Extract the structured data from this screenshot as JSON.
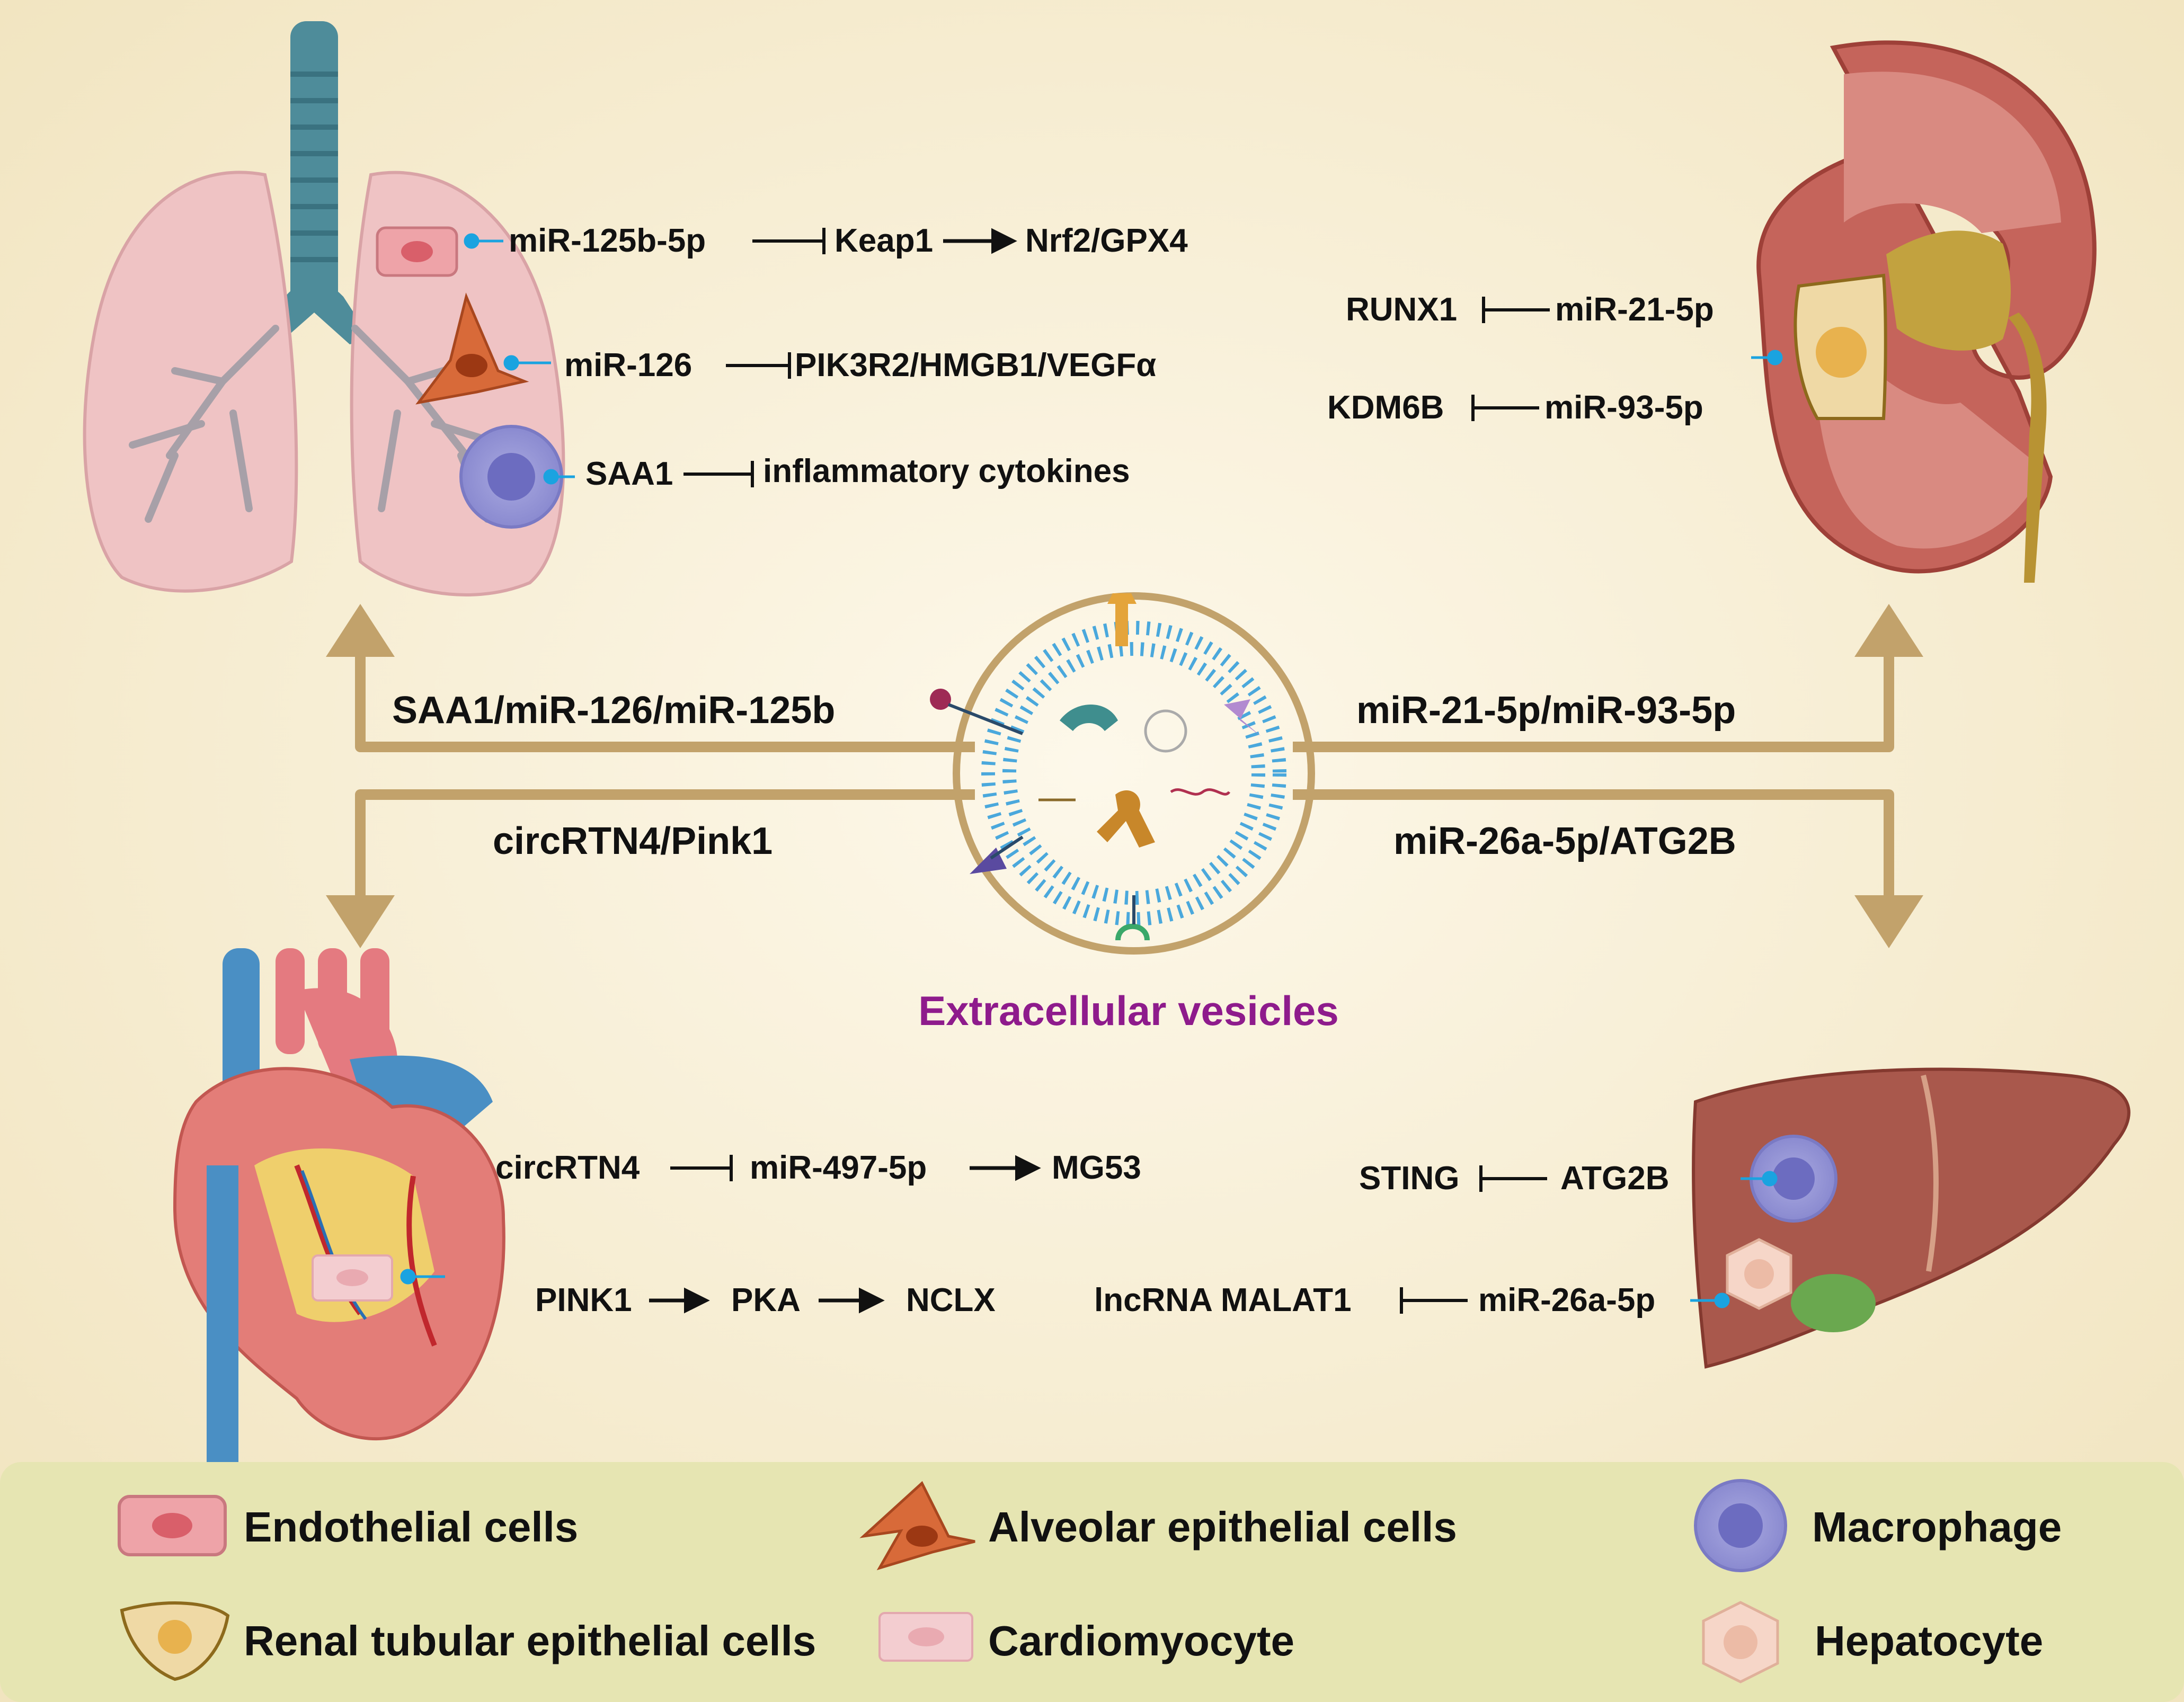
{
  "colors": {
    "background_center": "#fbf3df",
    "background_edge": "#f2e6c2",
    "arrow_gold": "#c2a26b",
    "ev_title": "#8e1b8c",
    "legend_bg": "#e6e5b2",
    "pointer_blue": "#1aa3e0"
  },
  "center": {
    "title": "Extracellular vesicles",
    "to_lung": "SAA1/miR-126/miR-125b",
    "to_kidney": "miR-21-5p/miR-93-5p",
    "to_heart": "circRTN4/Pink1",
    "to_liver": "miR-26a-5p/ATG2B"
  },
  "lung": {
    "pathway1": {
      "source": "miR-125b-5p",
      "mid": "Keap1",
      "target": "Nrf2/GPX4"
    },
    "pathway2": {
      "source": "miR-126",
      "target": "PIK3R2/HMGB1/VEGFα"
    },
    "pathway3": {
      "source": "SAA1",
      "target": "inflammatory cytokines"
    }
  },
  "kidney": {
    "pathway1": {
      "target": "RUNX1",
      "source": "miR-21-5p"
    },
    "pathway2": {
      "target": "KDM6B",
      "source": "miR-93-5p"
    }
  },
  "heart": {
    "pathway1": {
      "source": "circRTN4",
      "mid": "miR-497-5p",
      "target": "MG53"
    },
    "pathway2": {
      "source": "PINK1",
      "mid": "PKA",
      "target": "NCLX"
    }
  },
  "liver": {
    "pathway1": {
      "target": "STING",
      "source": "ATG2B"
    },
    "pathway2": {
      "target": "lncRNA MALAT1",
      "source": "miR-26a-5p"
    }
  },
  "legend": {
    "endothelial": "Endothelial cells",
    "alveolar": "Alveolar epithelial cells",
    "macrophage": "Macrophage",
    "renal": "Renal tubular epithelial cells",
    "cardiomyocyte": "Cardiomyocyte",
    "hepatocyte": "Hepatocyte"
  }
}
